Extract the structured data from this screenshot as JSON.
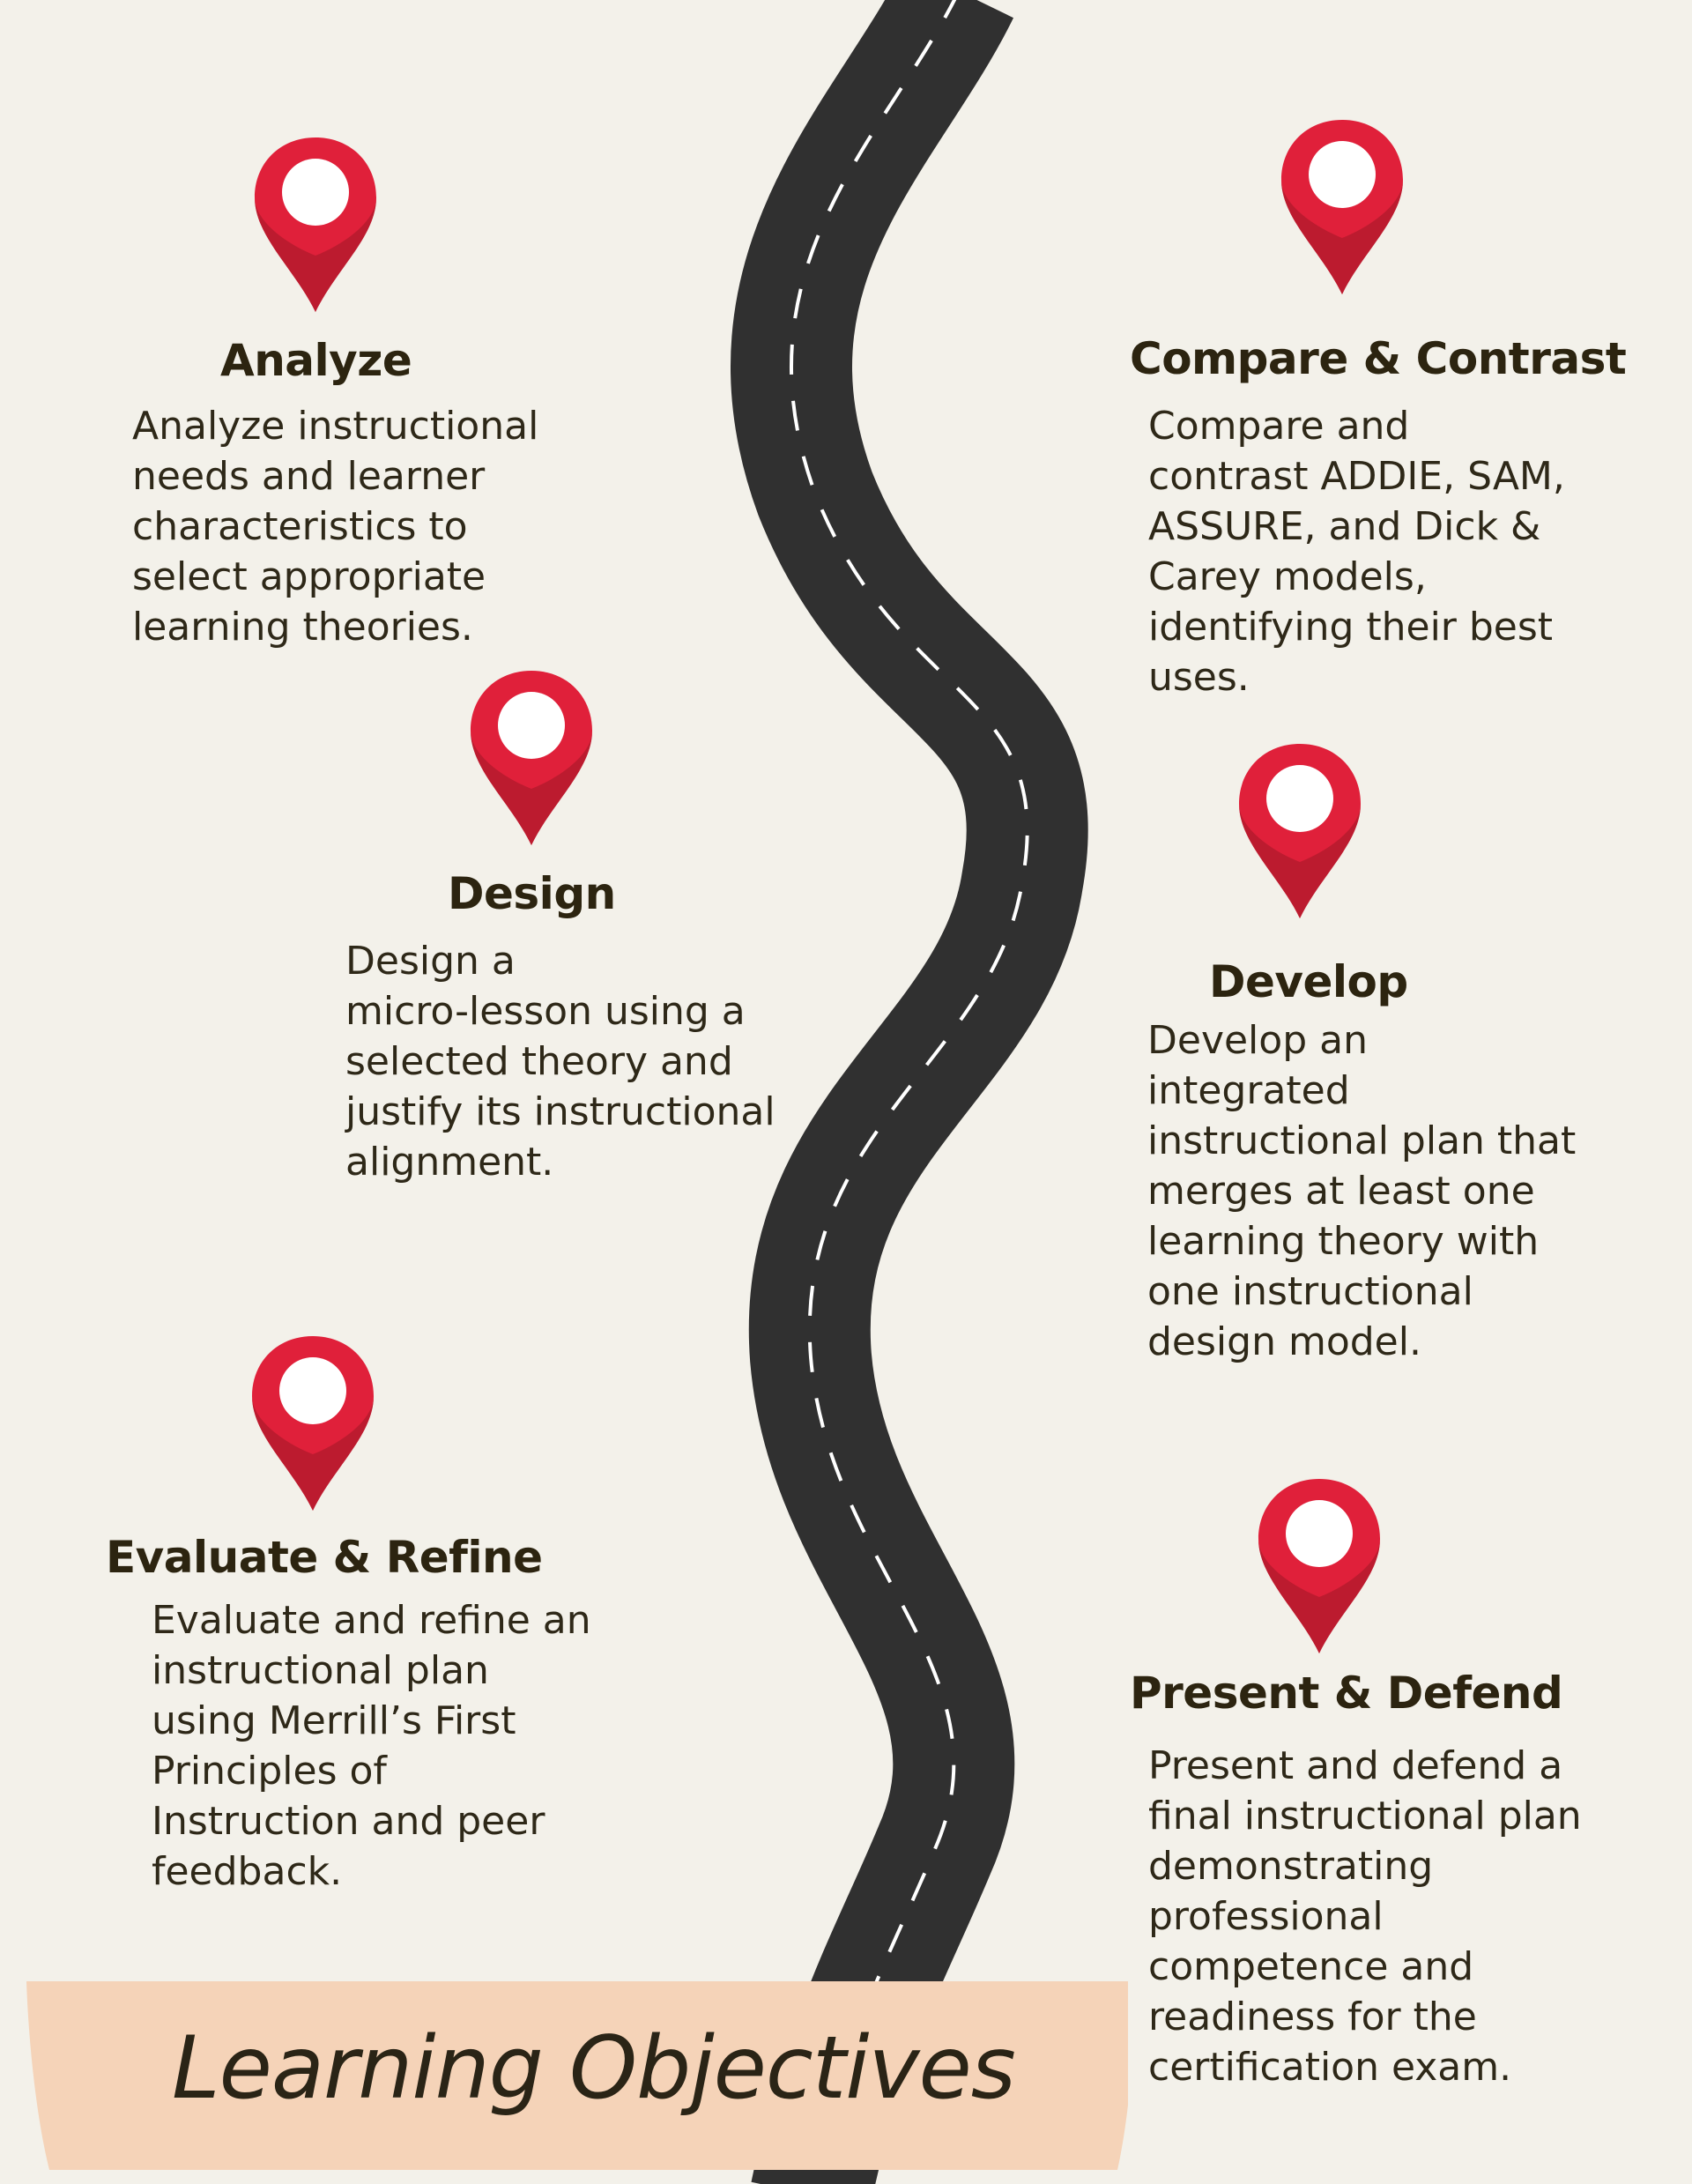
{
  "title": "Learning Objectives",
  "colors": {
    "background": "#f3f1ea",
    "road": "#303030",
    "pin": "#e0203a",
    "pin_shadow": "#b01a2c",
    "banner": "#f5d3b8",
    "text": "#2c2410"
  },
  "icons": {
    "marker": "location-pin-icon"
  },
  "objectives": [
    {
      "heading": "Analyze",
      "lines": [
        "Analyze instructional",
        "needs and learner",
        "characteristics to",
        "select appropriate",
        "learning theories."
      ]
    },
    {
      "heading": "Compare & Contrast",
      "lines": [
        "Compare and",
        "contrast ADDIE, SAM,",
        "ASSURE, and Dick &",
        "Carey models,",
        "identifying their best",
        "uses."
      ]
    },
    {
      "heading": "Design",
      "lines": [
        "Design a",
        "micro-lesson using a",
        "selected theory and",
        "justify its instructional",
        "alignment."
      ]
    },
    {
      "heading": "Develop",
      "lines": [
        "Develop an",
        "integrated",
        "instructional plan that",
        "merges at least one",
        "learning theory with",
        "one instructional",
        "design model."
      ]
    },
    {
      "heading": "Evaluate & Refine",
      "lines": [
        "Evaluate and refine an",
        "instructional plan",
        "using Merrill’s First",
        "Principles of",
        "Instruction and peer",
        "feedback."
      ]
    },
    {
      "heading": "Present & Defend",
      "lines": [
        "Present and defend a",
        "final instructional plan",
        "demonstrating",
        "professional",
        "competence and",
        "readiness for the",
        "certification exam."
      ]
    }
  ]
}
